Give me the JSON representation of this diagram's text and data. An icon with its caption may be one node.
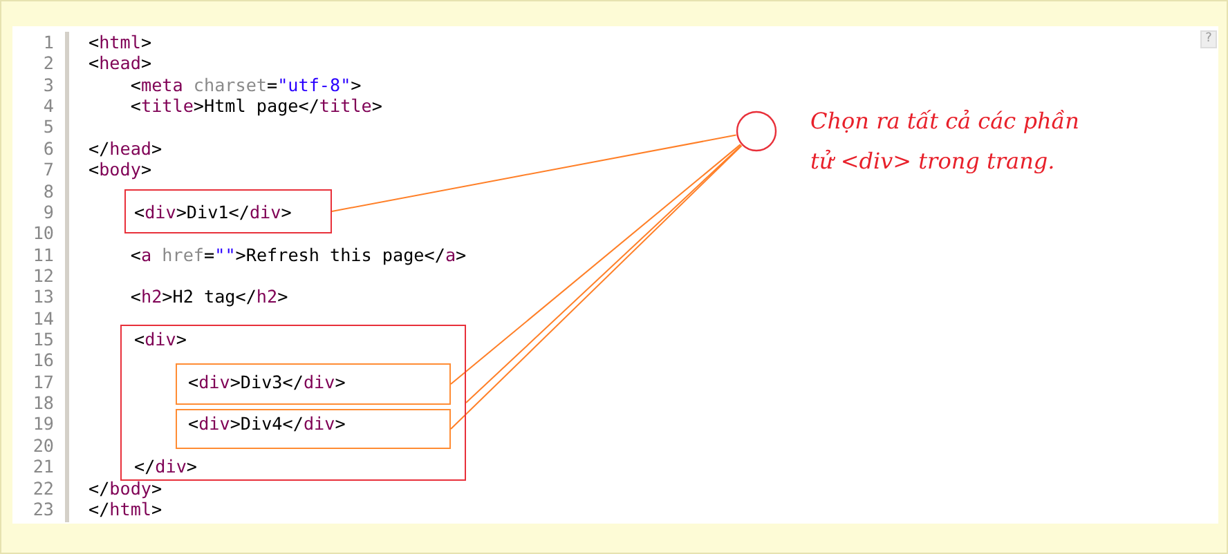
{
  "diagram": {
    "nodes": [
      {
        "text": [],
        "shape": "circle",
        "beside": [
          "Chọn ra tất cả các phần tử <div> trong trang."
        ]
      },
      {
        "text": [
          "<div>Div1</div>"
        ]
      },
      {
        "text": [
          "<div>",
          "</div>"
        ]
      },
      {
        "text": [
          "<div>Div3</div>"
        ],
        "in": 2
      },
      {
        "text": [
          "<div>Div4</div>"
        ],
        "in": 2
      }
    ],
    "edges": [
      {
        "from": 0,
        "to": 1,
        "arrow": "none"
      },
      {
        "from": 0,
        "to": 2,
        "arrow": "none"
      },
      {
        "from": 0,
        "to": 3,
        "arrow": "none"
      },
      {
        "from": 0,
        "to": 4,
        "arrow": "none"
      }
    ],
    "labels": [
      "?",
      "1",
      "<html>",
      "2",
      "<head>",
      "3",
      "<meta charset=\"utf-8\">",
      "4",
      "<title>Html page</title>",
      "5",
      "6",
      "</head>",
      "7",
      "<body>",
      "8",
      "9",
      "10",
      "11",
      "<a href=\"\">Refresh this page</a>",
      "12",
      "13",
      "<h2>H2 tag</h2>",
      "14",
      "15",
      "16",
      "17",
      "18",
      "19",
      "20",
      "21",
      "22",
      "</body>",
      "23",
      "</html>"
    ]
  }
}
